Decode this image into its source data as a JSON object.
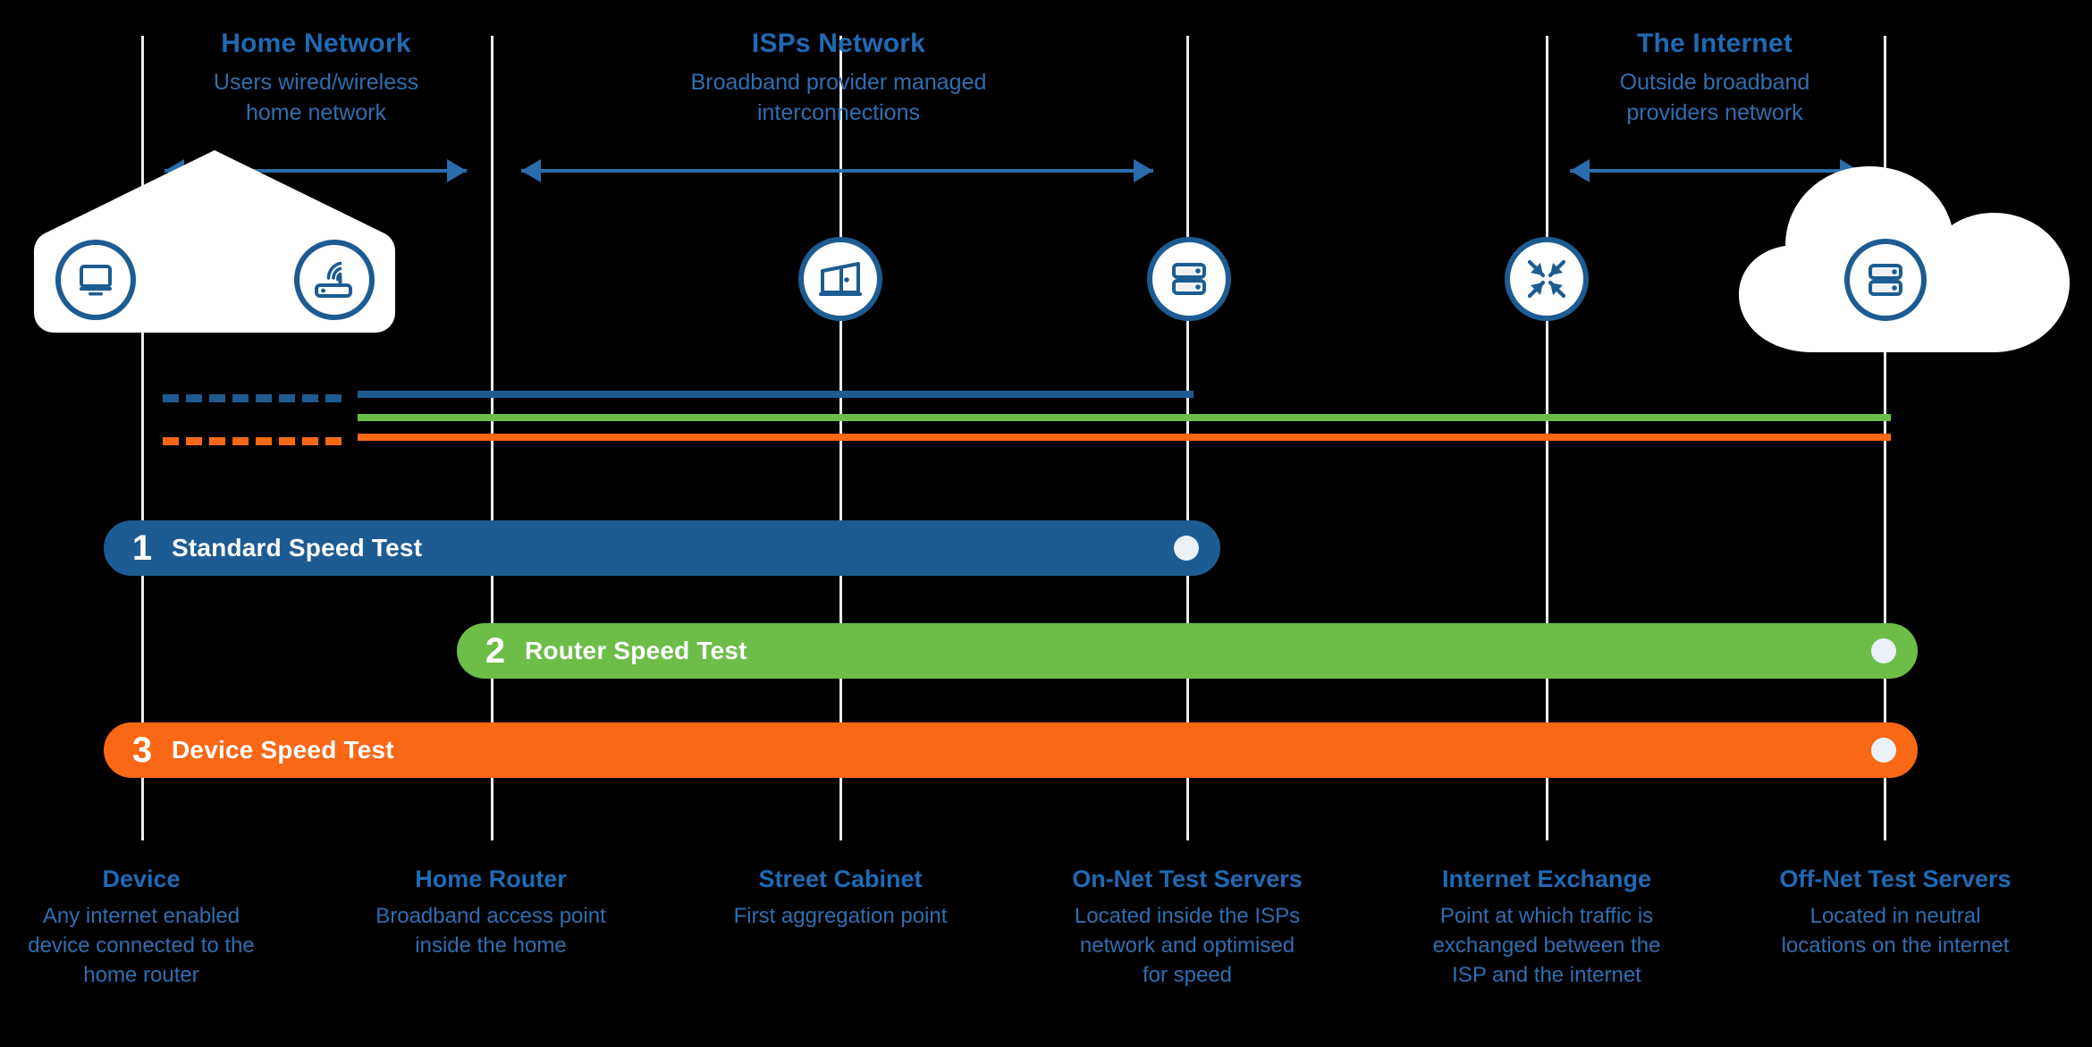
{
  "diagram": {
    "background": "#000000",
    "accent_blue": "#1f6ab4",
    "line_blue": "#1f5b8f",
    "line_green": "#6cbe49",
    "line_orange": "#f96815"
  },
  "zones": [
    {
      "title": "Home Network",
      "desc_line1": "Users wired/wireless",
      "desc_line2": "home network"
    },
    {
      "title": "ISPs Network",
      "desc_line1": "Broadband provider managed",
      "desc_line2": "interconnections"
    },
    {
      "title": "The Internet",
      "desc_line1": "Outside broadband",
      "desc_line2": "providers network"
    }
  ],
  "nodes": [
    {
      "icon": "monitor-icon",
      "title": "Device",
      "desc_line1": "Any internet enabled",
      "desc_line2": "device connected to the",
      "desc_line3": "home router"
    },
    {
      "icon": "router-icon",
      "title": "Home Router",
      "desc_line1": "Broadband access point",
      "desc_line2": "inside the home",
      "desc_line3": ""
    },
    {
      "icon": "street-cabinet-icon",
      "title": "Street Cabinet",
      "desc_line1": "First aggregation point",
      "desc_line2": "",
      "desc_line3": ""
    },
    {
      "icon": "server-icon",
      "title": "On-Net Test Servers",
      "desc_line1": "Located inside the ISPs",
      "desc_line2": "network and optimised",
      "desc_line3": "for speed"
    },
    {
      "icon": "exchange-arrows-icon",
      "title": "Internet Exchange",
      "desc_line1": "Point at which traffic is",
      "desc_line2": "exchanged between the",
      "desc_line3": "ISP and the internet"
    },
    {
      "icon": "server-icon",
      "title": "Off-Net Test Servers",
      "desc_line1": "Located in neutral",
      "desc_line2": "locations on the internet",
      "desc_line3": ""
    }
  ],
  "tests": [
    {
      "number": "1",
      "label": "Standard Speed Test",
      "color": "#1d5c92",
      "ends_at": "On-Net Test Servers"
    },
    {
      "number": "2",
      "label": "Router Speed Test",
      "color": "#6cbe49",
      "ends_at": "Off-Net Test Servers"
    },
    {
      "number": "3",
      "label": "Device Speed Test",
      "color": "#f96815",
      "ends_at": "Off-Net Test Servers"
    }
  ]
}
